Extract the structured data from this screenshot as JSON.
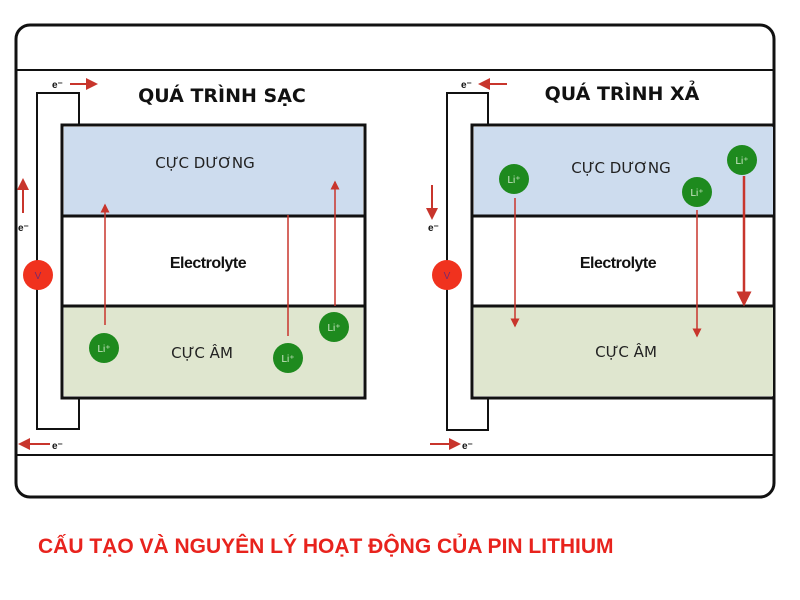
{
  "panels": [
    {
      "title": "QUÁ TRÌNH SẠC",
      "positive_electrode": "CỰC DƯƠNG",
      "electrolyte": "Electrolyte",
      "negative_electrode": "CỰC ÂM",
      "ion_label": "Li⁺",
      "electron_label": "e⁻",
      "voltmeter_label": "V",
      "ion_flow": "up"
    },
    {
      "title": "QUÁ TRÌNH XẢ",
      "positive_electrode": "CỰC DƯƠNG",
      "electrolyte": "Electrolyte",
      "negative_electrode": "CỰC ÂM",
      "ion_label": "Li⁺",
      "electron_label": "e⁻",
      "voltmeter_label": "V",
      "ion_flow": "down"
    }
  ],
  "caption": "CẤU TẠO VÀ NGUYÊN LÝ HOẠT ĐỘNG CỦA PIN LITHIUM",
  "colors": {
    "positive": "#cddcee",
    "negative": "#dfe6cf",
    "ion": "#1e8a1e",
    "arrow": "#c8352c",
    "caption": "#e8231d",
    "voltmeter": "#f0321e"
  }
}
